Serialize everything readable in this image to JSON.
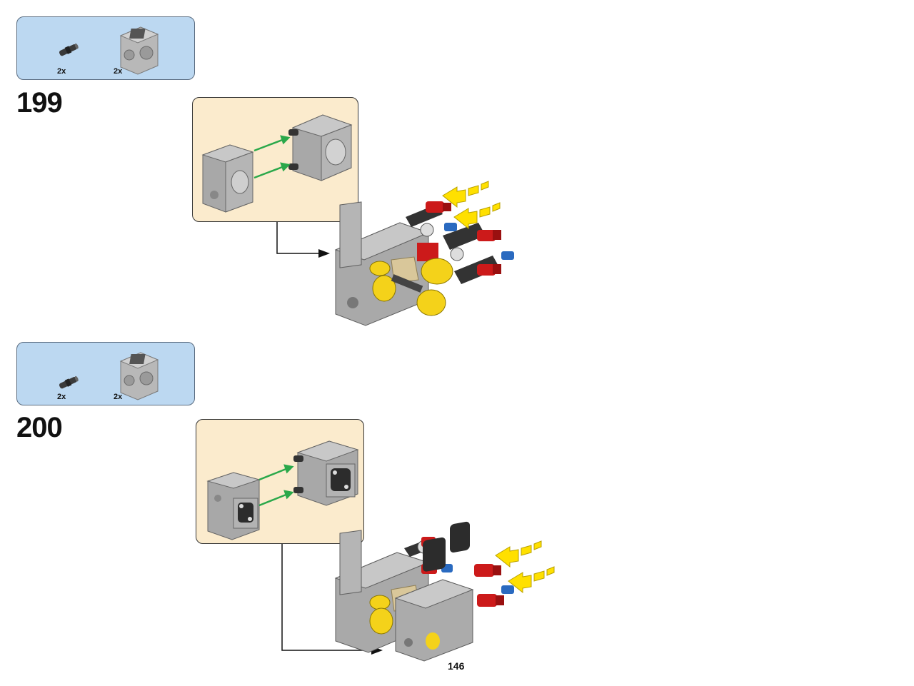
{
  "steps": [
    {
      "number": "199",
      "parts": [
        {
          "qty": "2x",
          "icon": "connector-pin-icon"
        },
        {
          "qty": "2x",
          "icon": "engine-cylinder-block-icon"
        }
      ]
    },
    {
      "number": "200",
      "parts": [
        {
          "qty": "2x",
          "icon": "connector-pin-icon"
        },
        {
          "qty": "2x",
          "icon": "engine-cylinder-block-icon"
        }
      ]
    }
  ],
  "page_number": "146",
  "colors": {
    "parts_box_bg": "#bcd8f1",
    "sub_box_bg": "#fbebcd",
    "arrow_green": "#2aa84a",
    "callout_yellow": "#ffe000",
    "brick_gray": "#a9a9a9",
    "brick_red": "#cc1a1a",
    "brick_blue": "#2a6ac0",
    "brick_yellow": "#f4d21a",
    "brick_tan": "#d9c79a"
  }
}
